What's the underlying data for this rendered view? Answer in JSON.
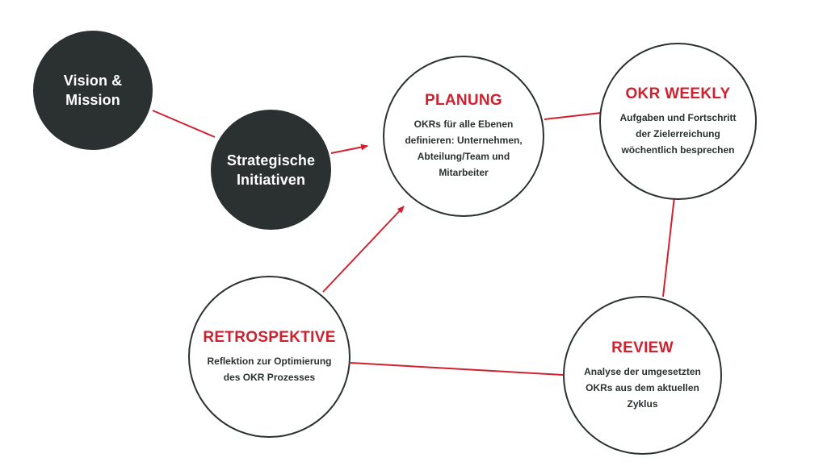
{
  "colors": {
    "accent": "#d0202e",
    "dark_node": "#2b3031",
    "node_border": "#2b3031",
    "text_dark": "#2b3031",
    "text_light": "#ffffff",
    "background": "#ffffff"
  },
  "nodes": {
    "vision": {
      "label_line1": "Vision &",
      "label_line2": "Mission"
    },
    "strategic": {
      "label_line1": "Strategische",
      "label_line2": "Initiativen"
    },
    "planung": {
      "title": "PLANUNG",
      "desc_line1": "OKRs für alle Ebenen",
      "desc_line2": "definieren: Unternehmen,",
      "desc_line3": "Abteilung/Team und",
      "desc_line4": "Mitarbeiter"
    },
    "weekly": {
      "title": "OKR WEEKLY",
      "desc_line1": "Aufgaben und Fortschritt",
      "desc_line2": "der Zielerreichung",
      "desc_line3": "wöchentlich besprechen"
    },
    "review": {
      "title": "REVIEW",
      "desc_line1": "Analyse der umgesetzten",
      "desc_line2": "OKRs aus dem aktuellen",
      "desc_line3": "Zyklus"
    },
    "retro": {
      "title": "RETROSPEKTIVE",
      "desc_line1": "Reflektion zur Optimierung",
      "desc_line2": "des OKR Prozesses"
    }
  }
}
